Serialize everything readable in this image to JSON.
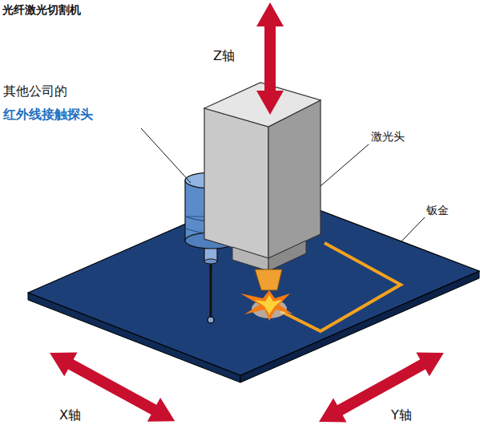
{
  "diagram": {
    "title": "光纤激光切割机",
    "labels": [
      "Z轴",
      "其他公司的",
      "红外线接触探头",
      "激光头",
      "钣金",
      "X轴",
      "Y轴"
    ]
  }
}
